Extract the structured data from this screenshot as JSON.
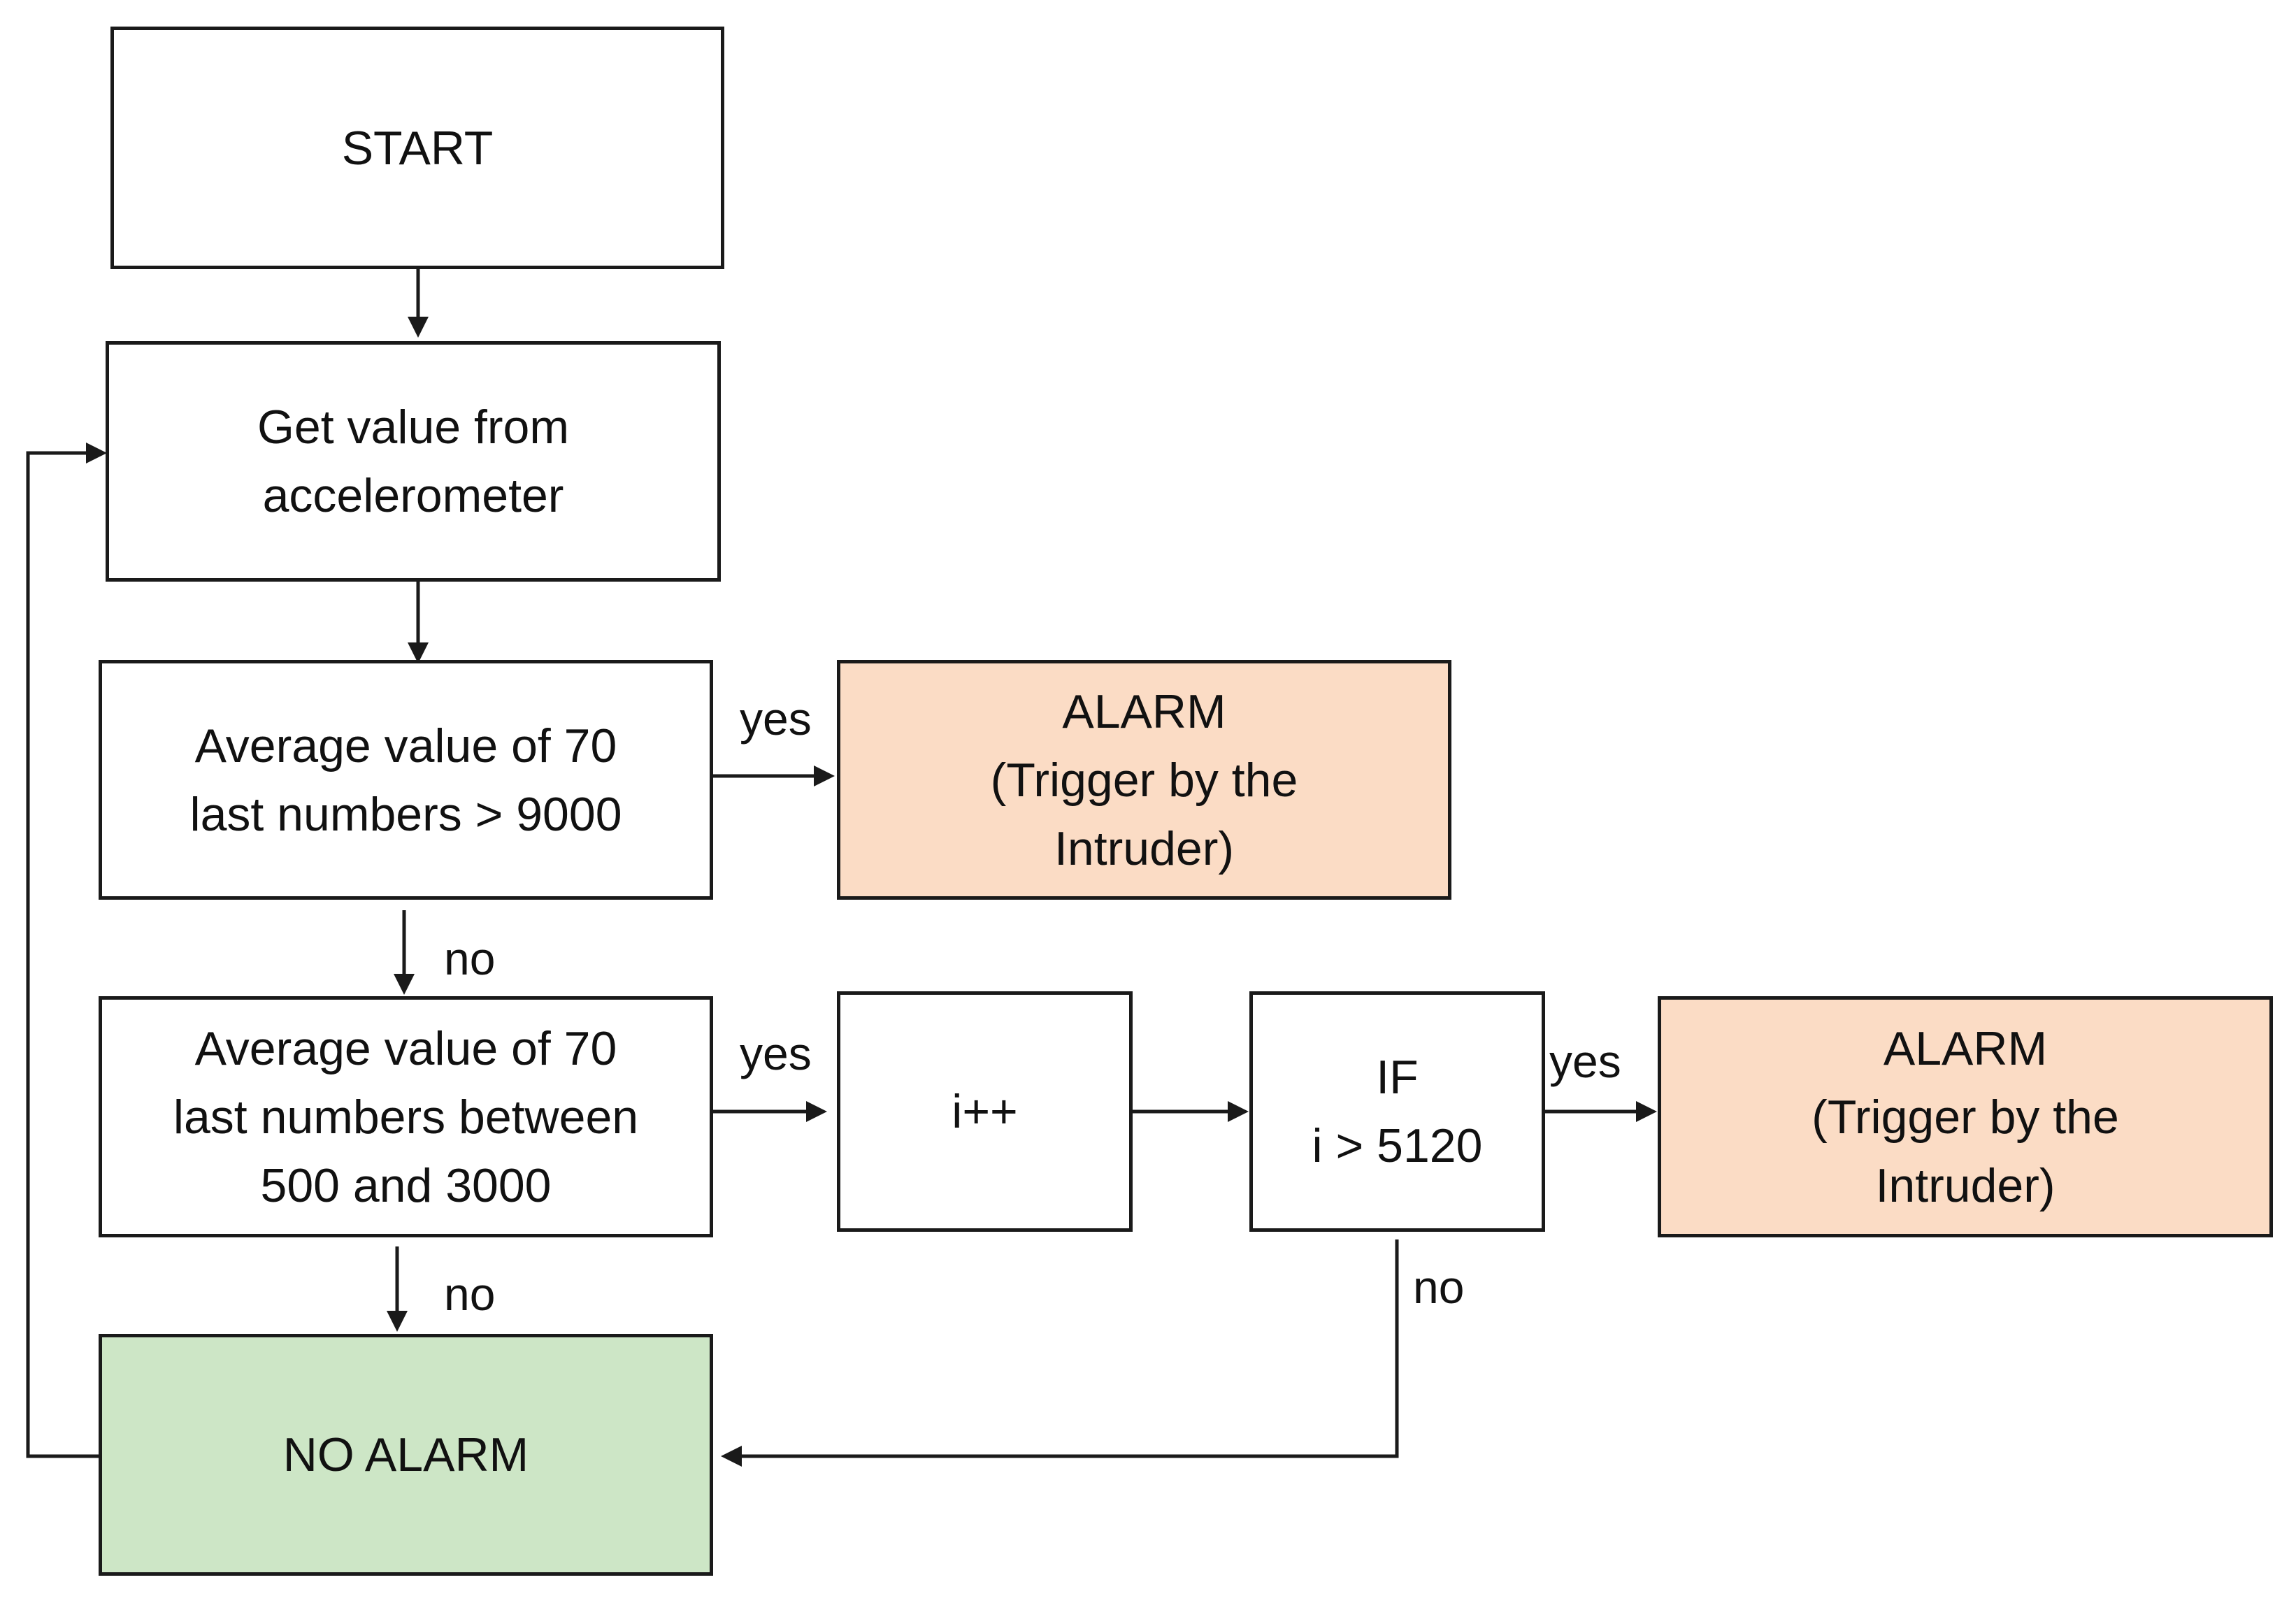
{
  "nodes": {
    "start": {
      "lines": [
        "START"
      ]
    },
    "get_value": {
      "lines": [
        "Get value from",
        "accelerometer"
      ]
    },
    "check_high": {
      "lines": [
        "Average value of 70",
        "last numbers > 9000"
      ]
    },
    "alarm_1": {
      "lines": [
        "ALARM",
        "(Trigger by the",
        "Intruder)"
      ]
    },
    "check_mid": {
      "lines": [
        "Average value of 70",
        "last numbers between",
        "500 and 3000"
      ]
    },
    "increment": {
      "lines": [
        "i++"
      ]
    },
    "check_count": {
      "lines": [
        "IF",
        "i > 5120"
      ]
    },
    "alarm_2": {
      "lines": [
        "ALARM",
        "(Trigger by the",
        "Intruder)"
      ]
    },
    "no_alarm": {
      "lines": [
        "NO ALARM"
      ]
    }
  },
  "edge_labels": {
    "high_yes": "yes",
    "high_no": "no",
    "mid_yes": "yes",
    "mid_no": "no",
    "count_yes": "yes",
    "count_no": "no"
  },
  "colors": {
    "alarm_fill": "#fbdcc5",
    "no_alarm_fill": "#cde6c6",
    "stroke": "#1a1a1a"
  }
}
